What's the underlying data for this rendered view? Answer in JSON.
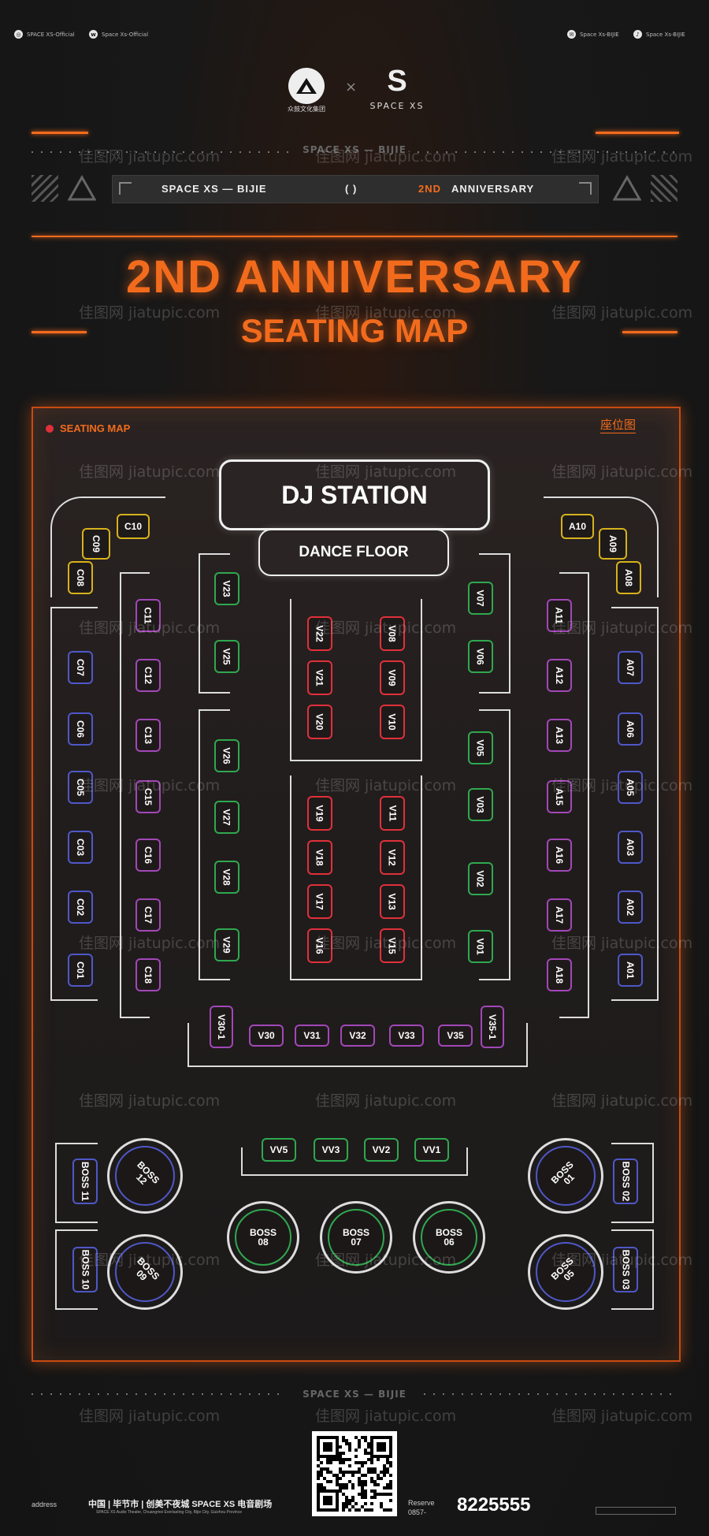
{
  "header": {
    "social_left": [
      {
        "icon": "circle-logo-icon",
        "label": "SPACE XS-Official"
      },
      {
        "icon": "weibo-icon",
        "label": "Space Xs-Official"
      }
    ],
    "social_right": [
      {
        "icon": "wechat-icon",
        "label": "Space Xs-BIJIE"
      },
      {
        "icon": "douyin-icon",
        "label": "Space Xs-BIJIE"
      }
    ],
    "logo_left_text": "众鼓文化集团",
    "logo_cross": "×",
    "logo_right_mark": "S",
    "logo_right_text": "SPACE XS"
  },
  "banner": {
    "dots_label": "SPACE XS — BIJIE",
    "left_label": "SPACE XS — BIJIE",
    "center_mark": "( )",
    "right_label_accent": "2ND",
    "right_label": "ANNIVERSARY"
  },
  "title": {
    "line1": "2ND ANNIVERSARY",
    "line2": "SEATING MAP"
  },
  "watermark": "佳图网 jiatupic.com",
  "panel": {
    "tab_label": "SEATING MAP",
    "tab_right": "座位图",
    "dj_station": "DJ STATION",
    "dance_floor": "DANCE FLOOR"
  },
  "seats": {
    "c_yellow": [
      "C10",
      "C09",
      "C08"
    ],
    "a_yellow": [
      "A10",
      "A09",
      "A08"
    ],
    "c_blue": [
      "C07",
      "C06",
      "C05",
      "C03",
      "C02",
      "C01"
    ],
    "c_purple": [
      "C11",
      "C12",
      "C13",
      "C15",
      "C16",
      "C17",
      "C18"
    ],
    "v_left_green": [
      "V23",
      "V25",
      "V26",
      "V27",
      "V28",
      "V29"
    ],
    "v_center_red_left": [
      "V22",
      "V21",
      "V20",
      "V19",
      "V18",
      "V17",
      "V16"
    ],
    "v_center_red_right": [
      "V08",
      "V09",
      "V10",
      "V11",
      "V12",
      "V13",
      "V15"
    ],
    "v_right_green": [
      "V07",
      "V06",
      "V05",
      "V03",
      "V02",
      "V01"
    ],
    "a_purple": [
      "A11",
      "A12",
      "A13",
      "A15",
      "A16",
      "A17",
      "A18"
    ],
    "a_blue": [
      "A07",
      "A06",
      "A05",
      "A03",
      "A02",
      "A01"
    ],
    "v_bottom": [
      "V30-1",
      "V30",
      "V31",
      "V32",
      "V33",
      "V35",
      "V35-1"
    ],
    "vv": [
      "VV5",
      "VV3",
      "VV2",
      "VV1"
    ],
    "boss_sides": [
      "BOSS 11",
      "BOSS 10",
      "BOSS 02",
      "BOSS 03"
    ],
    "boss_quarter": [
      "BOSS 12",
      "BOSS 09",
      "BOSS 01",
      "BOSS 05"
    ],
    "boss_center": [
      "BOSS 08",
      "BOSS 07",
      "BOSS 06"
    ]
  },
  "colors": {
    "accent": "#f26b1d",
    "green": "#2fa84f",
    "red": "#e0303a",
    "purple": "#a247b8",
    "blue": "#4e58c8",
    "yellow": "#d6b21c"
  },
  "footer": {
    "dots_label": "SPACE XS — BIJIE",
    "address_label": "address",
    "address_cn": "中国 | 毕节市 | 创美不夜城 SPACE XS 电音剧场",
    "address_en": "SPACE XS Audio Theater, Chuangmei Everlasting City, Bijie City, Guizhou Province",
    "reserve_label": "Reserve",
    "area_code": "0857-",
    "phone": "8225555",
    "qr_label": "qr-code-icon"
  }
}
